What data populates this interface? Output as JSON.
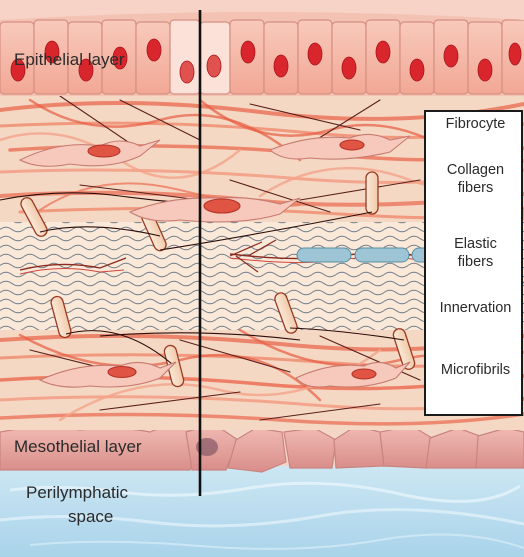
{
  "labels": {
    "epithelial": "Epithelial layer",
    "mesothelial": "Mesothelial layer",
    "perilymphatic_line1": "Perilymphatic",
    "perilymphatic_line2": "space"
  },
  "legend": {
    "fibrocyte": "Fibrocyte",
    "collagen_line1": "Collagen",
    "collagen_line2": "fibers",
    "elastic_line1": "Elastic",
    "elastic_line2": "fibers",
    "innervation": "Innervation",
    "microfibrils": "Microfibrils"
  },
  "colors": {
    "epithelial_cell": "#f5b8a8",
    "nucleus": "#d8262c",
    "matrix": "#f3d2bd",
    "collagen": "#e8644a",
    "elastic": "#5a6a78",
    "nerve_sheath": "#9ec5d6",
    "mesothelial_cell": "#e9a8a2",
    "perilymph": "#b6dcee",
    "fibrocyte": "#f7c8bc"
  }
}
